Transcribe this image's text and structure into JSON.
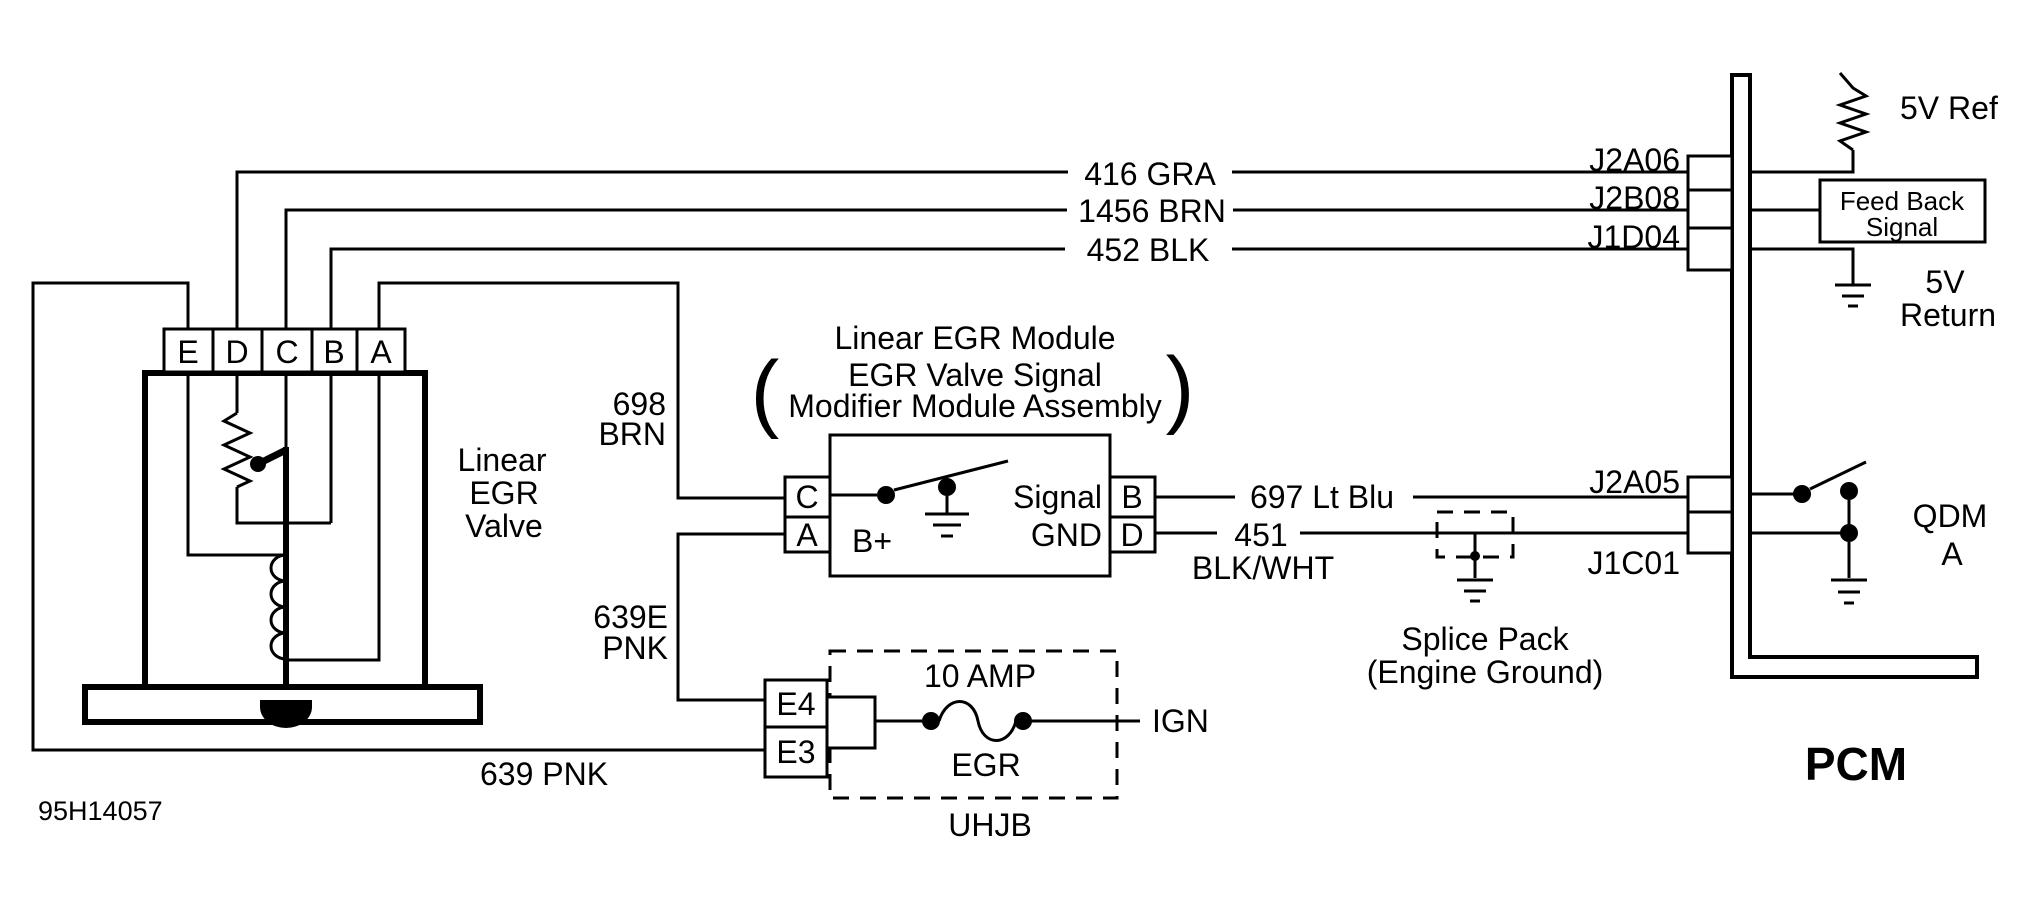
{
  "colors": {
    "ink": "#000000",
    "background": "#ffffff"
  },
  "doc_number": "95H14057",
  "valve": {
    "label": [
      "Linear",
      "EGR",
      "Valve"
    ],
    "pins": [
      "E",
      "D",
      "C",
      "B",
      "A"
    ]
  },
  "module": {
    "title": "Linear EGR Module",
    "subtitle1": "EGR Valve Signal",
    "subtitle2": "Modifier Module Assembly",
    "paren_open": "(",
    "paren_close": ")",
    "pin_c": "C",
    "pin_a": "A",
    "pin_b": "B",
    "pin_d": "D",
    "bplus": "B+",
    "signal": "Signal",
    "gnd": "GND"
  },
  "wires": {
    "w416": "416  GRA",
    "w1456": "1456 BRN",
    "w452": "452 BLK",
    "w698": [
      "698",
      "BRN"
    ],
    "w639e": [
      "639E",
      "PNK"
    ],
    "w639": "639  PNK",
    "w697": "697 Lt Blu",
    "w451_num": "451",
    "w451_color": "BLK/WHT"
  },
  "fuse_block": {
    "pin_e4": "E4",
    "pin_e3": "E3",
    "rating": "10 AMP",
    "name": "EGR",
    "block": "UHJB",
    "ign": "IGN"
  },
  "splice": {
    "line1": "Splice Pack",
    "line2": "(Engine Ground)"
  },
  "pcm": {
    "title": "PCM",
    "conn_j2a06": "J2A06",
    "conn_j2b08": "J2B08",
    "conn_j1d04": "J1D04",
    "conn_j2a05": "J2A05",
    "conn_j1c01": "J1C01",
    "ref_label": "5V Ref",
    "feedback_line1": "Feed Back",
    "feedback_line2": "Signal",
    "return_line1": "5V",
    "return_line2": "Return",
    "qdm_line1": "QDM",
    "qdm_line2": "A"
  }
}
